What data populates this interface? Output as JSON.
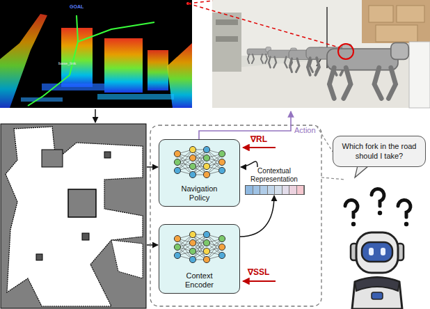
{
  "diagram": {
    "nodes": [
      {
        "text": [
          "Navigation Policy"
        ]
      },
      {
        "text": [
          "Contextual Representation"
        ]
      },
      {
        "text": [
          "Context Encoder"
        ]
      },
      {
        "text": [
          "Which fork in the road should I take?"
        ]
      }
    ],
    "edges": [
      {
        "from": 2,
        "to": 1,
        "arrow": "to"
      },
      {
        "from": 1,
        "to": 0,
        "arrow": "to"
      }
    ],
    "labels": [
      "GOAL",
      "base_link",
      "Action",
      "∇RL",
      "∇SSL"
    ]
  }
}
